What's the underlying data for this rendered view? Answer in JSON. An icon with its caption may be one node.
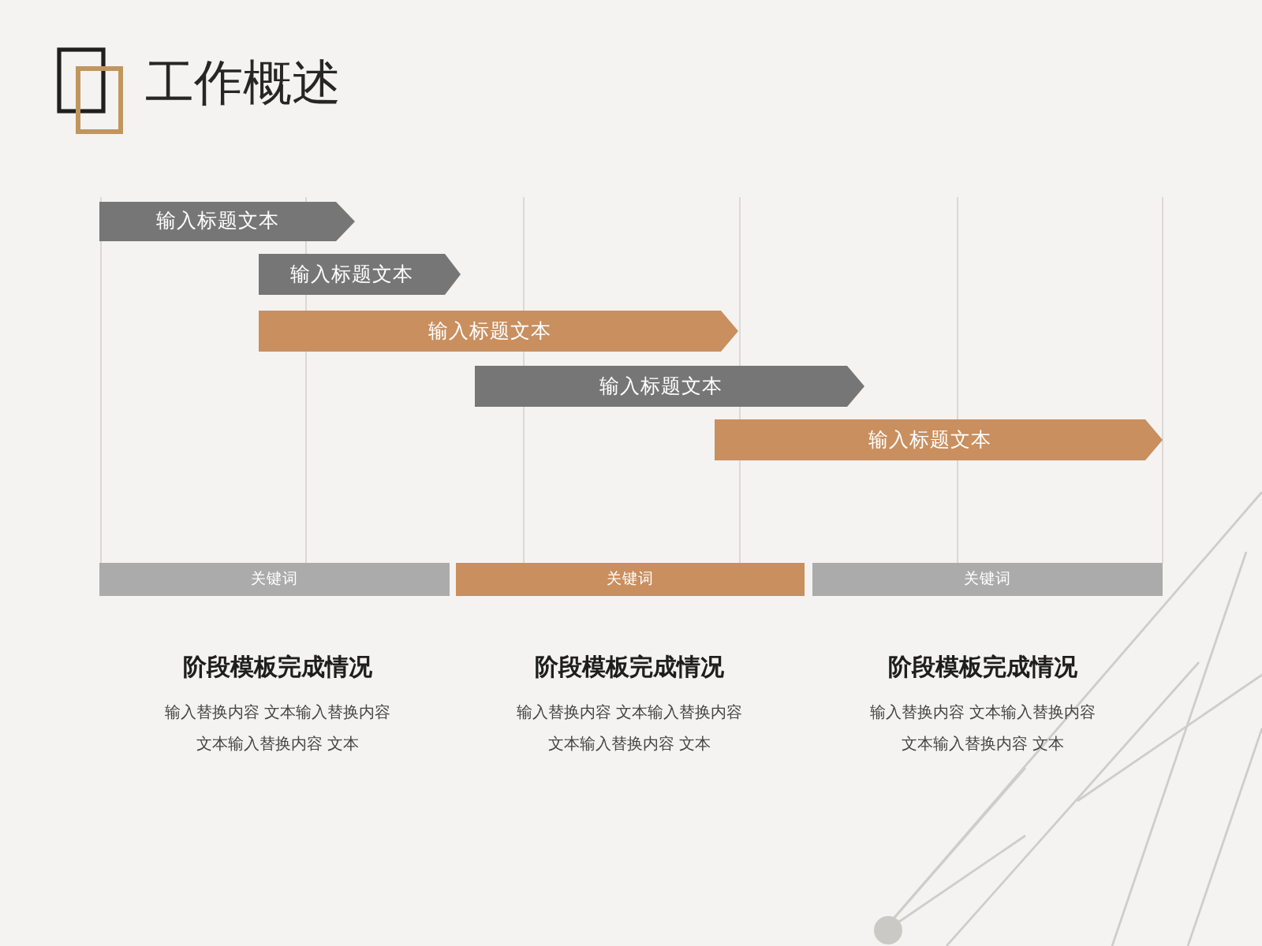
{
  "diagram": {
    "title": "工作概述",
    "nodes": [
      {
        "text": [
          "输入标题文本"
        ]
      },
      {
        "text": [
          "输入标题文本"
        ]
      },
      {
        "text": [
          "输入标题文本"
        ]
      },
      {
        "text": [
          "输入标题文本"
        ]
      },
      {
        "text": [
          "输入标题文本"
        ]
      },
      {
        "text": [
          "关键词"
        ]
      },
      {
        "text": [
          "关键词"
        ]
      },
      {
        "text": [
          "关键词"
        ]
      }
    ],
    "labels": [
      "阶段模板完成情况",
      "输入替换内容 文本输入替换内容文本输入替换内容 文本",
      "阶段模板完成情况",
      "输入替换内容 文本输入替换内容文本输入替换内容 文本",
      "阶段模板完成情况",
      "输入替换内容 文本输入替换内容文本输入替换内容 文本"
    ]
  }
}
